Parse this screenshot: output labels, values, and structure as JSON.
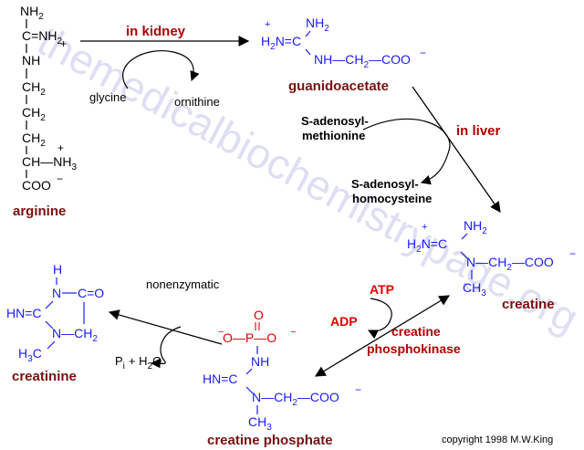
{
  "watermark": "themedicalbiochemistrypage.org",
  "copyright": "copyright 1998 M.W.King",
  "arginine": {
    "name": "arginine",
    "nh2": "NH",
    "cnh2": "C=NH",
    "nh": "NH",
    "ch2": "CH",
    "ch": "CH—NH",
    "coo": "COO",
    "sub2": "2",
    "sub3": "3",
    "plus": "+",
    "minus": "−"
  },
  "kidney_step": {
    "label": "in kidney",
    "glycine": "glycine",
    "ornithine": "ornithine"
  },
  "guanidoacetate": {
    "name": "guanidoacetate",
    "nh2": "NH",
    "h2n": "H",
    "h2n_tail": "N=C",
    "nh_chain": "NH—CH",
    "coo": "—COO",
    "sub2": "2",
    "plus": "+",
    "minus": "−"
  },
  "liver_step": {
    "label": "in liver",
    "sam_line1": "S-adenosyl-",
    "sam_line2": "methionine",
    "sah_line1": "S-adenosyl-",
    "sah_line2": "homocysteine"
  },
  "creatine": {
    "name": "creatine",
    "nh2": "NH",
    "h2n": "H",
    "h2n_tail": "N=C",
    "n_chain": "N—CH",
    "coo": "—COO",
    "ch3": "CH",
    "sub2": "2",
    "sub3": "3",
    "plus": "+",
    "minus": "−"
  },
  "kinase_step": {
    "atp": "ATP",
    "adp": "ADP",
    "enzyme_line1": "creatine",
    "enzyme_line2": "phosphokinase"
  },
  "creatine_phosphate": {
    "name": "creatine phosphate",
    "o_top": "O",
    "phosphate": "O—P—O",
    "nh": "NH",
    "hn": "HN=C",
    "n_chain": "N—CH",
    "coo": "—COO",
    "ch3": "CH",
    "sub2": "2",
    "sub3": "3",
    "minus": "−"
  },
  "nonenzymatic_step": {
    "label": "nonenzymatic",
    "pi": "P",
    "pi_sub": "i",
    "water": "+ H",
    "water_tail": "O",
    "sub2": "2"
  },
  "creatinine": {
    "name": "creatinine",
    "h": "H",
    "n_top": "N",
    "c_o": "C=O",
    "hn": "HN=C",
    "n_mid": "N—CH",
    "ch3": "H",
    "ch3_tail": "C",
    "sub2": "2",
    "sub3": "3"
  },
  "colors": {
    "reaction_red": "#b00000",
    "molecule_blue": "#1a1aff",
    "name_maroon": "#7a1010",
    "watermark": "#8a8ad8"
  }
}
